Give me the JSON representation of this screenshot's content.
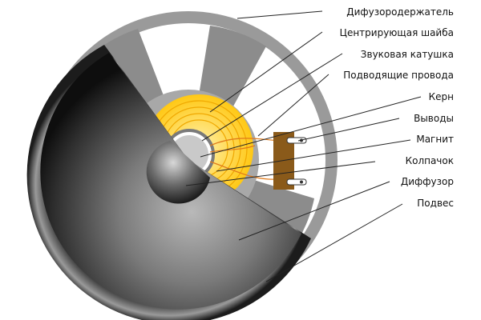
{
  "labels": {
    "basket": "Дифузородержатель",
    "spider": "Центрирующая шайба",
    "voice_coil": "Звуковая катушка",
    "lead_wires": "Подводящие провода",
    "pole_piece": "Керн",
    "terminals": "Выводы",
    "magnet": "Магнит",
    "dust_cap": "Колпачок",
    "cone": "Диффузор",
    "surround": "Подвес"
  },
  "colors": {
    "basket": "#9a9a9a",
    "spider": "#ffc814",
    "wire": "#e07a1a",
    "terminal_block": "#8a5a1a",
    "cone_dark": "#1a1a1a",
    "cone_light": "#bdbdbd"
  }
}
